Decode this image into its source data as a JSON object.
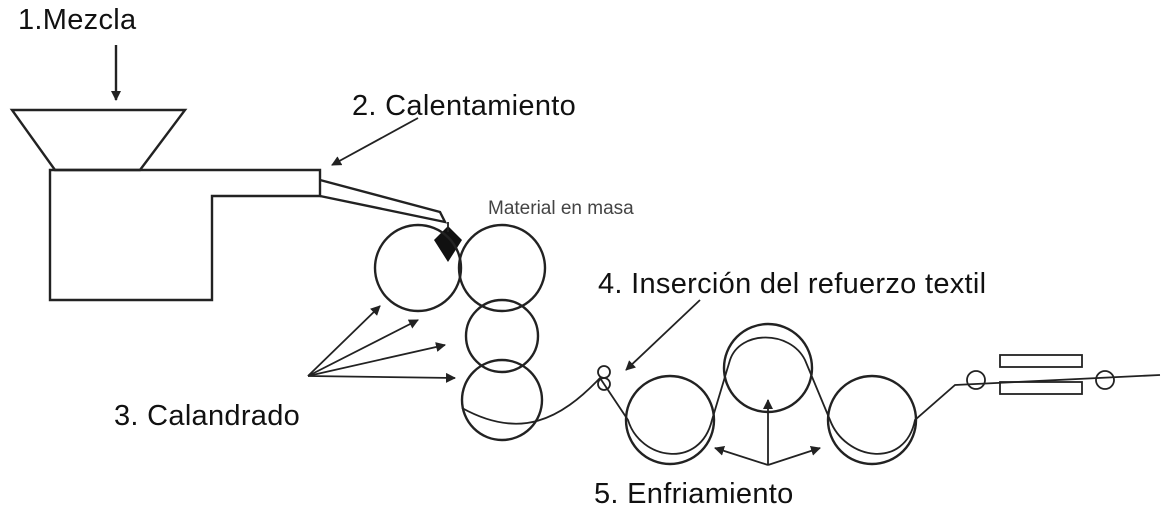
{
  "labels": {
    "mixing": "1.Mezcla",
    "heating": "2. Calentamiento",
    "bulk_material": "Material en masa",
    "textile_insertion": "4. Inserción del refuerzo textil",
    "calendering": "3. Calandrado",
    "cooling": "5. Enfriamiento"
  },
  "colors": {
    "line": "#222222",
    "background": "#ffffff"
  }
}
